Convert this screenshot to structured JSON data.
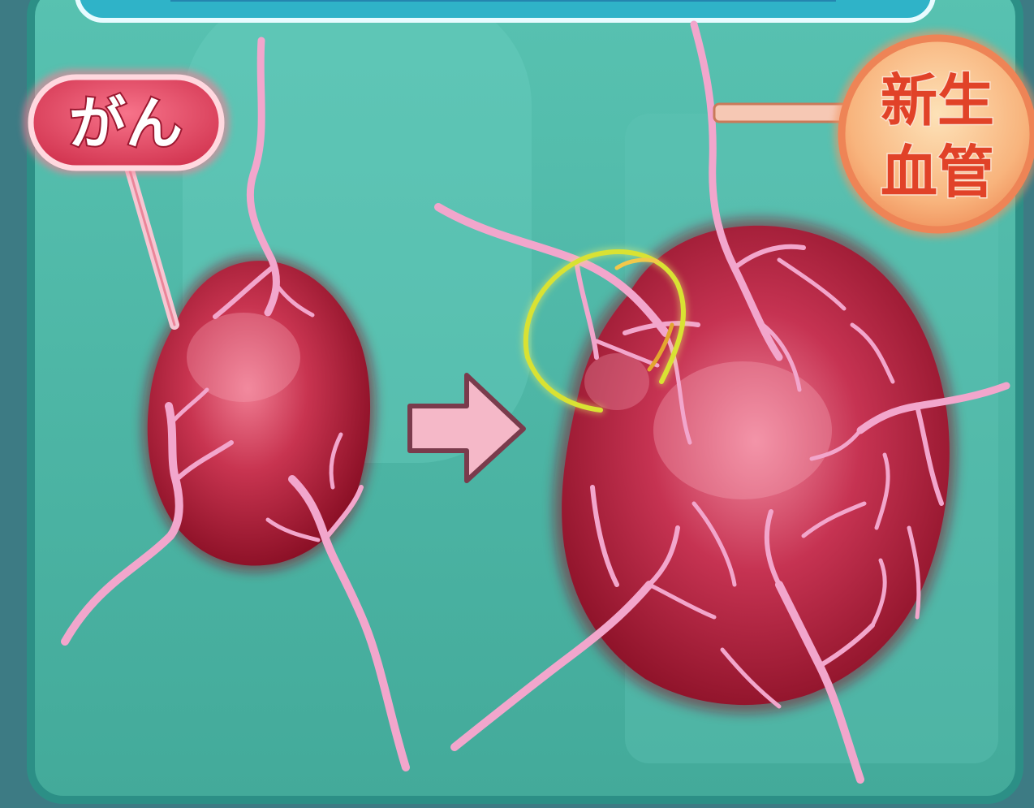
{
  "labels": {
    "cancer": "がん",
    "neovessel_line1": "新生",
    "neovessel_line2": "血管"
  },
  "colors": {
    "background_outer": "#3e7f86",
    "panel_fill": "#4fb8a6",
    "panel_border": "#2f9489",
    "banner": "#35b6c8",
    "tumor_core": "#c4304a",
    "tumor_edge": "#8e1024",
    "vessel": "#ef9cc6",
    "cancer_tag": "#e6425a",
    "neovessel_tag": "#f39a63",
    "neovessel_text": "#e0452a",
    "highlight_ring": "#d8e23a",
    "arrow_fill": "#f3b1c2"
  },
  "icons": {
    "arrow": "right-arrow-icon",
    "highlight": "circle-highlight"
  }
}
